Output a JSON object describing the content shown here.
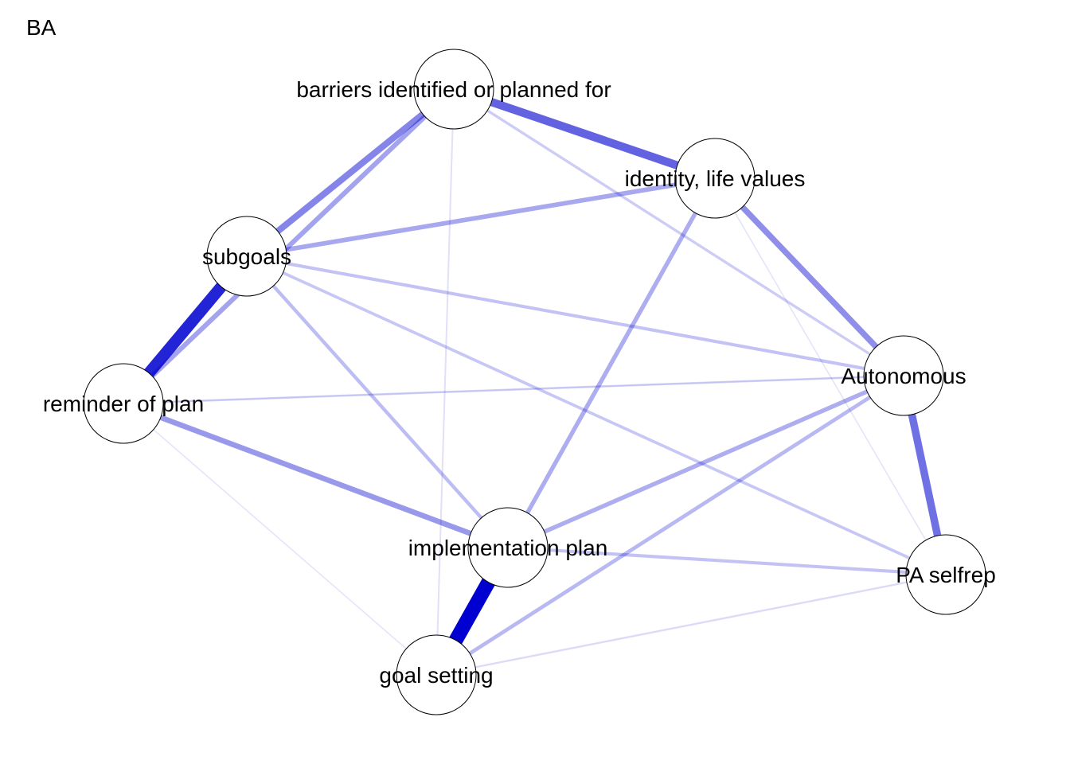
{
  "title": "BA",
  "edge_color": "#0000d0",
  "nodes": [
    {
      "id": "barriers",
      "label": "barriers identified or planned for"
    },
    {
      "id": "identity",
      "label": "identity, life values"
    },
    {
      "id": "subgoals",
      "label": "subgoals"
    },
    {
      "id": "reminder",
      "label": "reminder of plan"
    },
    {
      "id": "autonomous",
      "label": "Autonomous"
    },
    {
      "id": "implementation",
      "label": "implementation plan"
    },
    {
      "id": "paselfrep",
      "label": "PA selfrep"
    },
    {
      "id": "goalsetting",
      "label": "goal setting"
    }
  ],
  "edges": [
    {
      "from": "implementation",
      "to": "goalsetting",
      "weight": 1.0
    },
    {
      "from": "subgoals",
      "to": "reminder",
      "weight": 0.8
    },
    {
      "from": "barriers",
      "to": "identity",
      "weight": 0.55
    },
    {
      "from": "autonomous",
      "to": "paselfrep",
      "weight": 0.5
    },
    {
      "from": "barriers",
      "to": "subgoals",
      "weight": 0.42
    },
    {
      "from": "identity",
      "to": "autonomous",
      "weight": 0.38
    },
    {
      "from": "barriers",
      "to": "reminder",
      "weight": 0.3
    },
    {
      "from": "reminder",
      "to": "implementation",
      "weight": 0.34
    },
    {
      "from": "subgoals",
      "to": "identity",
      "weight": 0.28
    },
    {
      "from": "identity",
      "to": "implementation",
      "weight": 0.26
    },
    {
      "from": "implementation",
      "to": "autonomous",
      "weight": 0.26
    },
    {
      "from": "autonomous",
      "to": "goalsetting",
      "weight": 0.22
    },
    {
      "from": "subgoals",
      "to": "implementation",
      "weight": 0.2
    },
    {
      "from": "subgoals",
      "to": "autonomous",
      "weight": 0.18
    },
    {
      "from": "implementation",
      "to": "paselfrep",
      "weight": 0.18
    },
    {
      "from": "subgoals",
      "to": "paselfrep",
      "weight": 0.16
    },
    {
      "from": "barriers",
      "to": "autonomous",
      "weight": 0.14
    },
    {
      "from": "reminder",
      "to": "autonomous",
      "weight": 0.1
    },
    {
      "from": "goalsetting",
      "to": "paselfrep",
      "weight": 0.08
    },
    {
      "from": "barriers",
      "to": "goalsetting",
      "weight": 0.06
    },
    {
      "from": "reminder",
      "to": "goalsetting",
      "weight": 0.04
    },
    {
      "from": "identity",
      "to": "paselfrep",
      "weight": 0.04
    },
    {
      "from": "autonomous",
      "to": "reminder",
      "weight": 0.03
    }
  ]
}
